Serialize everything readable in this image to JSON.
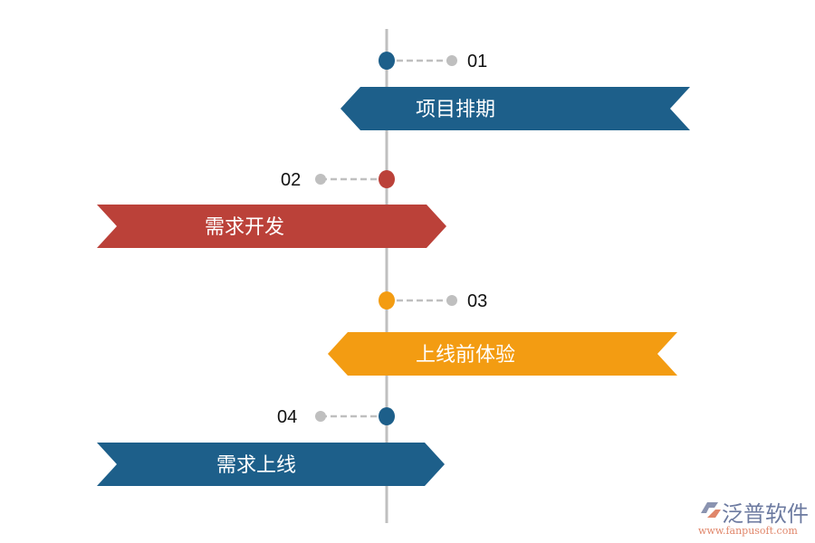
{
  "colors": {
    "blue": "#1d5f8a",
    "red": "#bb4139",
    "orange": "#f39c12",
    "axis": "#bfbfbf"
  },
  "steps": [
    {
      "number": "01",
      "label": "项目排期",
      "color": "#1d5f8a"
    },
    {
      "number": "02",
      "label": "需求开发",
      "color": "#bb4139"
    },
    {
      "number": "03",
      "label": "上线前体验",
      "color": "#f39c12"
    },
    {
      "number": "04",
      "label": "需求上线",
      "color": "#1d5f8a"
    }
  ],
  "logo": {
    "name": "泛普软件",
    "url": "www.fanpusoft.com"
  }
}
